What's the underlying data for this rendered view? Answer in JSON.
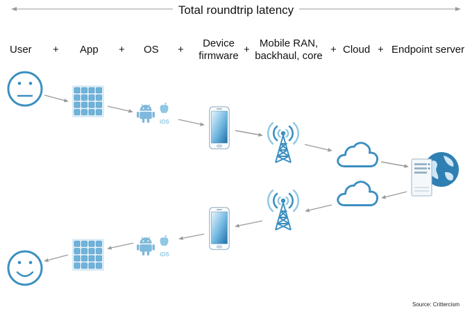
{
  "title": "Total roundtrip latency",
  "stages": [
    {
      "id": "user",
      "label": "User"
    },
    {
      "id": "plus1",
      "label": "+"
    },
    {
      "id": "app",
      "label": "App"
    },
    {
      "id": "plus2",
      "label": "+"
    },
    {
      "id": "os",
      "label": "OS"
    },
    {
      "id": "plus3",
      "label": "+"
    },
    {
      "id": "device",
      "label": "Device firmware",
      "line1": "Device",
      "line2": "firmware"
    },
    {
      "id": "plus4",
      "label": "+"
    },
    {
      "id": "ran",
      "label": "Mobile RAN, backhaul, core",
      "line1": "Mobile RAN,",
      "line2": "backhaul, core"
    },
    {
      "id": "plus5",
      "label": "+"
    },
    {
      "id": "cloud",
      "label": "Cloud"
    },
    {
      "id": "plus6",
      "label": "+"
    },
    {
      "id": "server",
      "label": "Endpoint server"
    }
  ],
  "os_label": "iOS",
  "source": "Source: Crittercism",
  "colors": {
    "primary": "#3a8fc0",
    "light": "#8fc7e4",
    "arrow": "#9a9a9a"
  },
  "icons": [
    "neutral-face-icon",
    "app-grid-icon",
    "android-icon",
    "apple-icon",
    "smartphone-icon",
    "radio-tower-icon",
    "cloud-icon",
    "server-icon",
    "globe-icon",
    "smiley-face-icon"
  ]
}
